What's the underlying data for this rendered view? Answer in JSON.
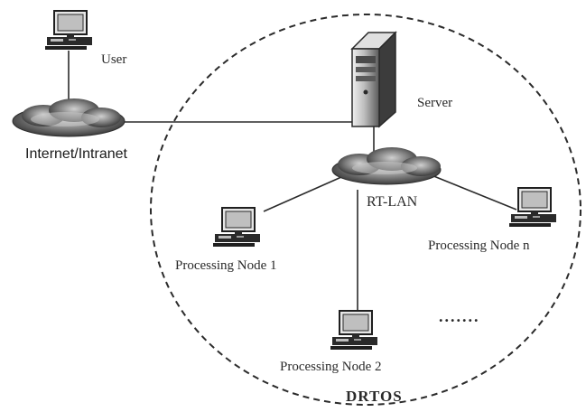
{
  "labels": {
    "user": "User",
    "server": "Server",
    "internet": "Internet/Intranet",
    "rtlan": "RT-LAN",
    "node1": "Processing Node 1",
    "node2": "Processing Node 2",
    "noden": "Processing Node n",
    "ellipsis": ".......",
    "boundary": "DRTOS"
  },
  "colors": {
    "line": "#2b2b2b",
    "cloud_dark": "#3a3a3a",
    "cloud_light": "#b8b8b8",
    "device_dark": "#1f1f1f",
    "device_light": "#d9d9d9"
  }
}
